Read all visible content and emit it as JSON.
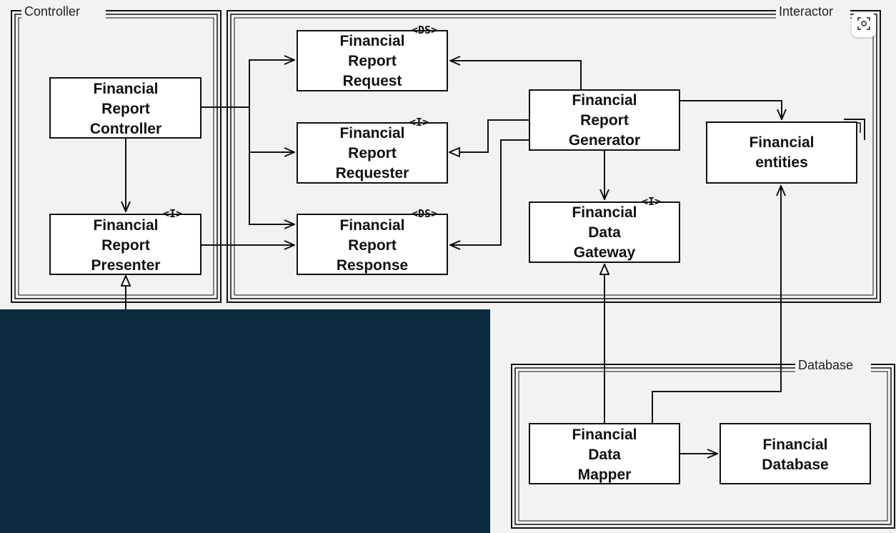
{
  "groups": {
    "controller": "Controller",
    "interactor": "Interactor",
    "database": "Database"
  },
  "boxes": {
    "report_controller": [
      "Financial",
      "Report",
      "Controller"
    ],
    "report_presenter": [
      "Financial",
      "Report",
      "Presenter"
    ],
    "report_request": [
      "Financial",
      "Report",
      "Request"
    ],
    "report_requester": [
      "Financial",
      "Report",
      "Requester"
    ],
    "report_response": [
      "Financial",
      "Report",
      "Response"
    ],
    "report_generator": [
      "Financial",
      "Report",
      "Generator"
    ],
    "data_gateway": [
      "Financial",
      "Data",
      "Gateway"
    ],
    "entities": [
      "Financial",
      "entities"
    ],
    "data_mapper": [
      "Financial",
      "Data",
      "Mapper"
    ],
    "database": [
      "Financial",
      "Database"
    ]
  },
  "stereotypes": {
    "presenter": "<I>",
    "request": "<DS>",
    "requester": "<I>",
    "response": "<DS>",
    "gateway": "<I>"
  },
  "colors": {
    "background": "#f1f2f1",
    "ink": "#111111",
    "dark_panel": "#0b2a40"
  },
  "icons": {
    "scan_button": "scan-icon"
  }
}
